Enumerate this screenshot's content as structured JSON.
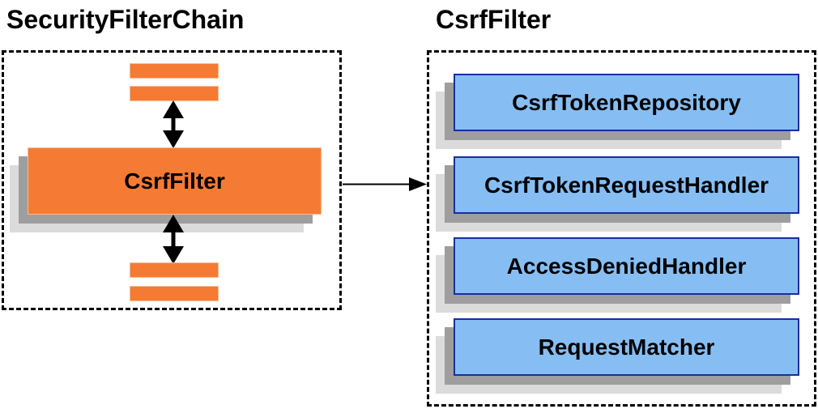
{
  "titles": {
    "left": "SecurityFilterChain",
    "right": "CsrfFilter"
  },
  "security_filter_chain": {
    "filter_label": "CsrfFilter"
  },
  "csrf_filter_components": [
    {
      "label": "CsrfTokenRepository"
    },
    {
      "label": "CsrfTokenRequestHandler"
    },
    {
      "label": "AccessDeniedHandler"
    },
    {
      "label": "RequestMatcher"
    }
  ],
  "icons": {
    "vertical_arrows": "up-down-arrow-icon",
    "horizontal_arrow": "right-arrow-icon"
  },
  "colors": {
    "filter_orange": "#F57B35",
    "component_blue": "#86BEF4",
    "component_border_blue": "#1A2E9E",
    "shadow_dark": "#9E9E9E",
    "shadow_light": "#DBDBDB",
    "arrow_black": "#000000"
  }
}
